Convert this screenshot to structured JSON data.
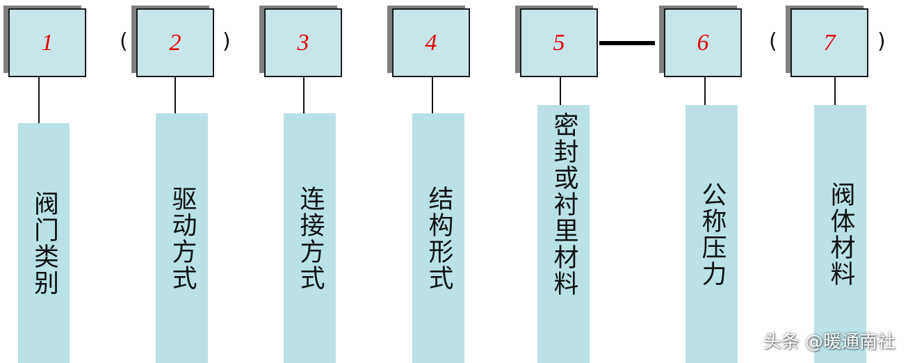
{
  "items": [
    {
      "number": "1",
      "label": "阀门类别"
    },
    {
      "number": "2",
      "label": "驱动方式"
    },
    {
      "number": "3",
      "label": "连接方式"
    },
    {
      "number": "4",
      "label": "结构形式"
    },
    {
      "number": "5",
      "label": "密封或衬里材料"
    },
    {
      "number": "6",
      "label": "公称压力"
    },
    {
      "number": "7",
      "label": "阀体材料"
    }
  ],
  "punctuation": {
    "open_paren": "(",
    "close_paren": ")"
  },
  "watermark": "头条 @暖通南社",
  "colors": {
    "box_fill": "#c8e6ea",
    "column_fill": "#b9e1e6",
    "number_color": "#e00000"
  }
}
